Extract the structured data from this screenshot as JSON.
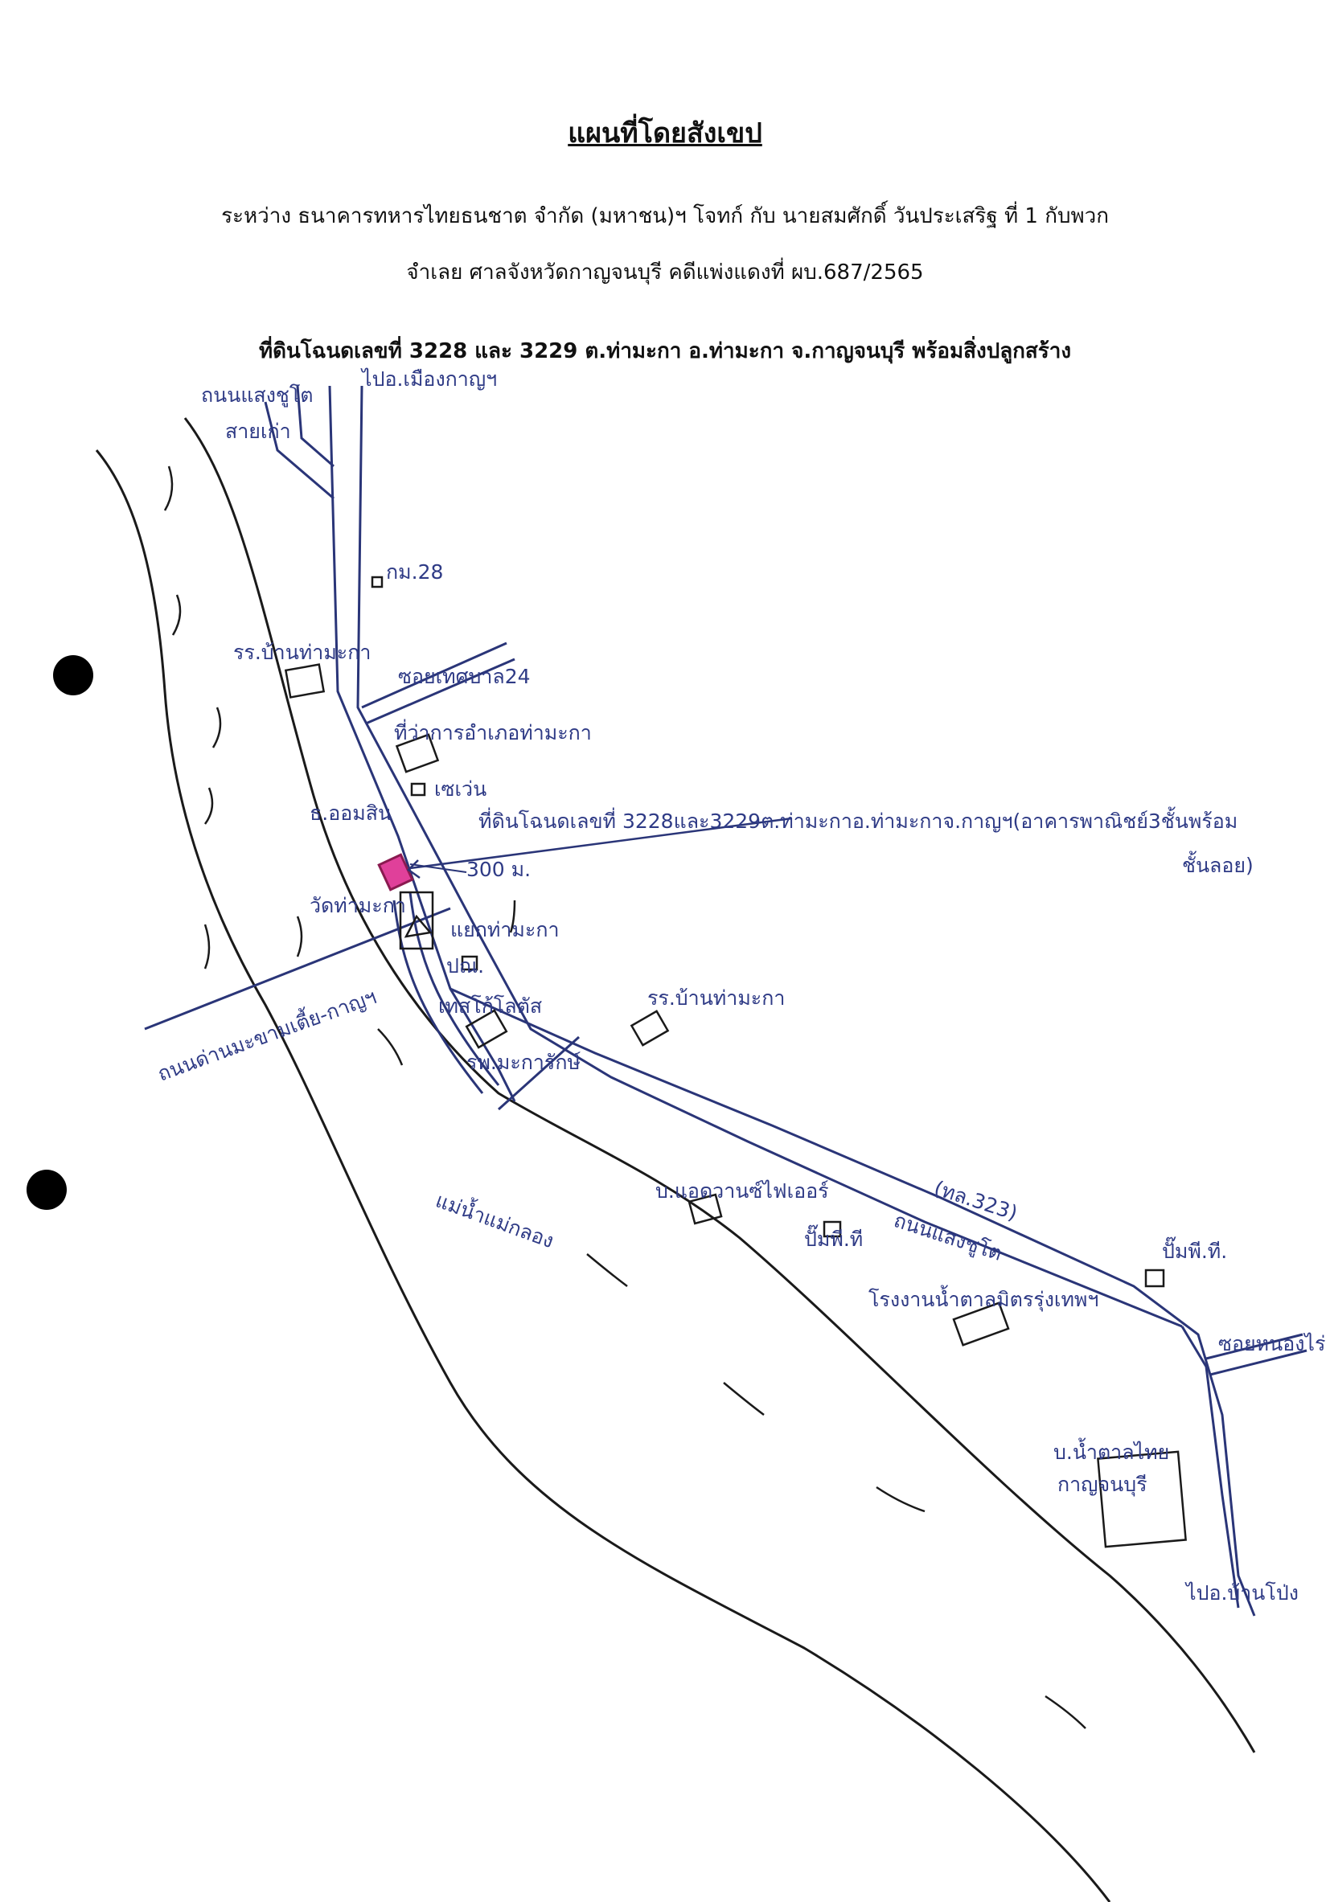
{
  "header": {
    "title": "แผนที่โดยสังเขป",
    "line1": "ระหว่าง ธนาคารทหารไทยธนชาต จำกัด (มหาชน)ฯ โจทก์ กับ นายสมศักดิ์ วันประเสริฐ ที่ 1 กับพวก",
    "line2": "จำเลย ศาลจังหวัดกาญจนบุรี คดีแพ่งแดงที่ ผบ.687/2565",
    "line3": "ที่ดินโฉนดเลขที่ 3228 และ 3229 ต.ท่ามะกา อ.ท่ามะกา จ.กาญจนบุรี พร้อมสิ่งปลูกสร้าง"
  },
  "map": {
    "labels": {
      "road_top_left_1": "ถนนแสงชูโต",
      "road_top_left_2": "สายเก่า",
      "to_city": "ไปอ.เมืองกาญฯ",
      "km28": "กม.28",
      "school_1": "รร.บ้านท่ามะกา",
      "soi_24": "ซอยเทศบาล24",
      "district_office": "ที่ว่าการอำเภอท่ามะกา",
      "seven": "เซเว่น",
      "bank_gsb": "ธ.ออมสิน",
      "parcel": "ที่ดินโฉนดเลขที่ 3228และ3229ต.ท่ามะกาอ.ท่ามะกาจ.กาญฯ(อาคารพาณิชย์3ชั้นพร้อม",
      "parcel_2": "ชั้นลอย)",
      "distance": "300 ม.",
      "temple": "วัดท่ามะกา",
      "junction": "แยกท่ามะกา",
      "post": "ปณ.",
      "tesco": "เทสโก้โลตัส",
      "school_2": "รร.บ้านท่ามะกา",
      "hospital": "รพ.มะการักษ์",
      "road_left": "ถนนด่านมะขามเตี้ย-กาญฯ",
      "river": "แม่น้ำแม่กลอง",
      "village_power": "บ.แอดวานซ์ไฟเออร์",
      "pump_1": "ปั๊มพี.ที",
      "route": "(ทล.323)",
      "road_main": "ถนนแสงชูโต",
      "pump_2": "ปั๊มพี.ที.",
      "sugar_factory": "โรงงานน้ำตาลมิตรรุ่งเทพฯ",
      "soi_nong": "ซอยหนองไร่",
      "thai_sugar_1": "บ.น้ำตาลไทย",
      "thai_sugar_2": "กาญจนบุรี",
      "to_banpong": "ไปอ.บ้านโป่ง"
    }
  }
}
